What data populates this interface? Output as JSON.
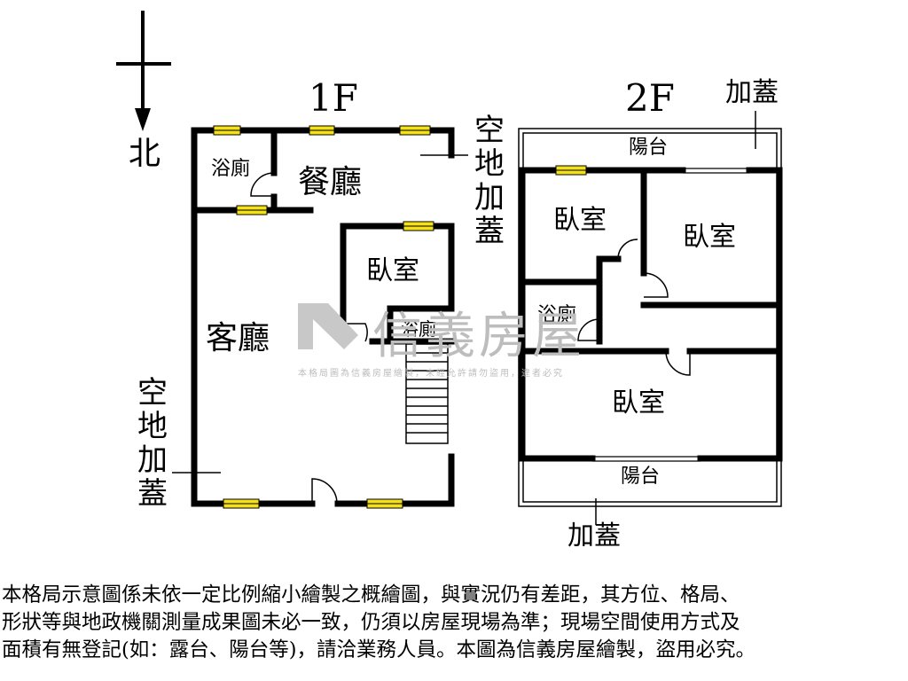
{
  "compass": {
    "north_label": "北"
  },
  "floor_1": {
    "title": "1F",
    "rooms": {
      "bath": "浴廁",
      "dining": "餐廳",
      "living": "客廳",
      "bedroom": "臥室",
      "bath_inner": "浴廁"
    },
    "annex_right": "空地加蓋",
    "annex_left": "空地加蓋"
  },
  "floor_2": {
    "title": "2F",
    "annex_top": "加蓋",
    "annex_bottom": "加蓋",
    "balcony_top": "陽台",
    "balcony_bottom": "陽台",
    "rooms": {
      "bedroom_nw": "臥室",
      "bedroom_ne": "臥室",
      "bath": "浴廁",
      "bedroom_s": "臥室"
    }
  },
  "watermark": {
    "brand": "信義房屋",
    "notice": "本格局圖為信義房屋繪製，未經允許請勿盜用，違者必究"
  },
  "disclaimer": {
    "line1": "本格局示意圖係未依一定比例縮小繪製之概繪圖，與實況仍有差距，其方位、格局、",
    "line2": "形狀等與地政機關測量成果圖未必一致，仍須以房屋現場為準；現場空間使用方式及",
    "line3": "面積有無登記(如：露台、陽台等)，請洽業務人員。本圖為信義房屋繪製，盜用必究。"
  },
  "colors": {
    "wall": "#000000",
    "window": "#f5e11a",
    "watermark": "#bdbdbd"
  }
}
